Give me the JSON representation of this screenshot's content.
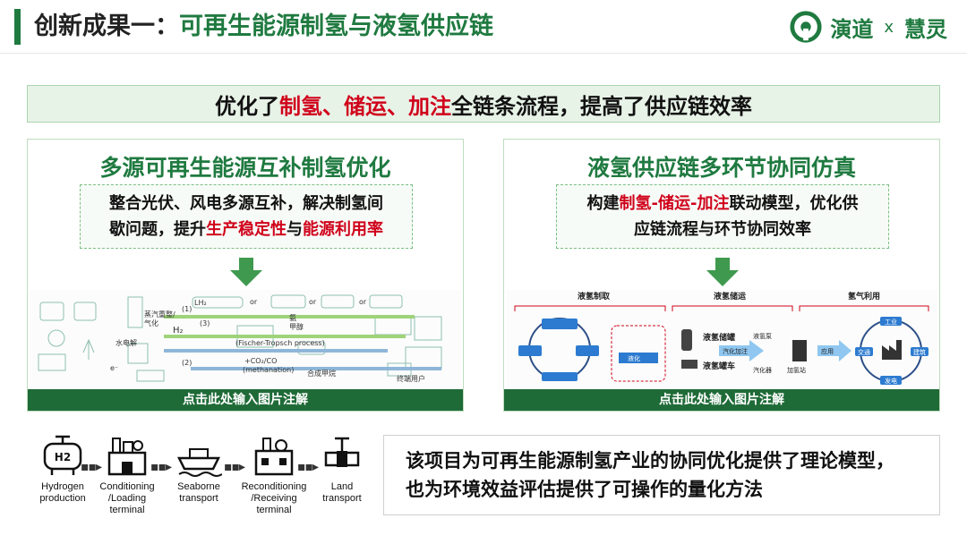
{
  "header": {
    "title_prefix": "创新成果一：",
    "title_main": "可再生能源制氢与液氢供应链",
    "logo_left": "演道",
    "logo_x": "x",
    "logo_right": "慧灵"
  },
  "banner": {
    "part1": "优化了",
    "hl1": "制氢、",
    "hl2": "储运、",
    "hl3": "加注",
    "part2": "全链条流程，提高了供应链效率"
  },
  "left_panel": {
    "title": "多源可再生能源互补制氢优化",
    "desc_line1": "整合光伏、风电多源互补，解决制氢间",
    "desc_line2_a": "歇问题，提升",
    "desc_hl1": "生产稳定性",
    "desc_line2_b": "与",
    "desc_hl2": "能源利用率",
    "caption": "点击此处输入图片注解",
    "figure_labels": {
      "steam": "蒸汽重整/",
      "gasify": "气化",
      "electrolysis": "水电解",
      "h2": "H₂",
      "lh2": "LH₂",
      "ammonia": "氨",
      "methanol": "甲醇",
      "synth": "合成甲烷",
      "fischer": "(Fischer-Tropsch process)",
      "meth": "(methanation)",
      "co2": "+CO₂/CO",
      "or": "or",
      "n1": "(1)",
      "n2": "(2)",
      "n3": "(3)",
      "e": "e⁻",
      "users": "终端用户"
    }
  },
  "right_panel": {
    "title": "液氢供应链多环节协同仿真",
    "desc_line1_a": "构建",
    "desc_hl": "制氢-储运-加注",
    "desc_line1_b": "联动模型，优化供",
    "desc_line2": "应链流程与环节协同效率",
    "caption": "点击此处输入图片注解",
    "figure_labels": {
      "sec1": "液氢制取",
      "sec2": "液氢储运",
      "sec3": "氢气利用",
      "tank": "液氢储罐",
      "truck": "液氢罐车",
      "liquefy": "液化",
      "evap": "汽化加注",
      "pump": "液氢泵",
      "vaporizer": "汽化器",
      "station": "加氢站",
      "apply": "应用",
      "industry": "工业",
      "transport": "交通",
      "building": "建筑",
      "power": "发电"
    }
  },
  "process": {
    "steps": [
      {
        "l1": "Hydrogen",
        "l2": "production",
        "l3": ""
      },
      {
        "l1": "Conditioning",
        "l2": "/Loading",
        "l3": "terminal"
      },
      {
        "l1": "Seaborne",
        "l2": "transport",
        "l3": ""
      },
      {
        "l1": "Reconditioning",
        "l2": "/Receiving",
        "l3": "terminal"
      },
      {
        "l1": "Land",
        "l2": "transport",
        "l3": ""
      }
    ],
    "h2_label": "H2"
  },
  "conclusion": {
    "line1": "该项目为可再生能源制氢产业的协同优化提供了理论模型，",
    "line2": "也为环境效益评估提供了可操作的量化方法"
  },
  "colors": {
    "brand_green": "#1f7a40",
    "highlight_red": "#d0021b",
    "caption_bg": "#1f6b38"
  }
}
